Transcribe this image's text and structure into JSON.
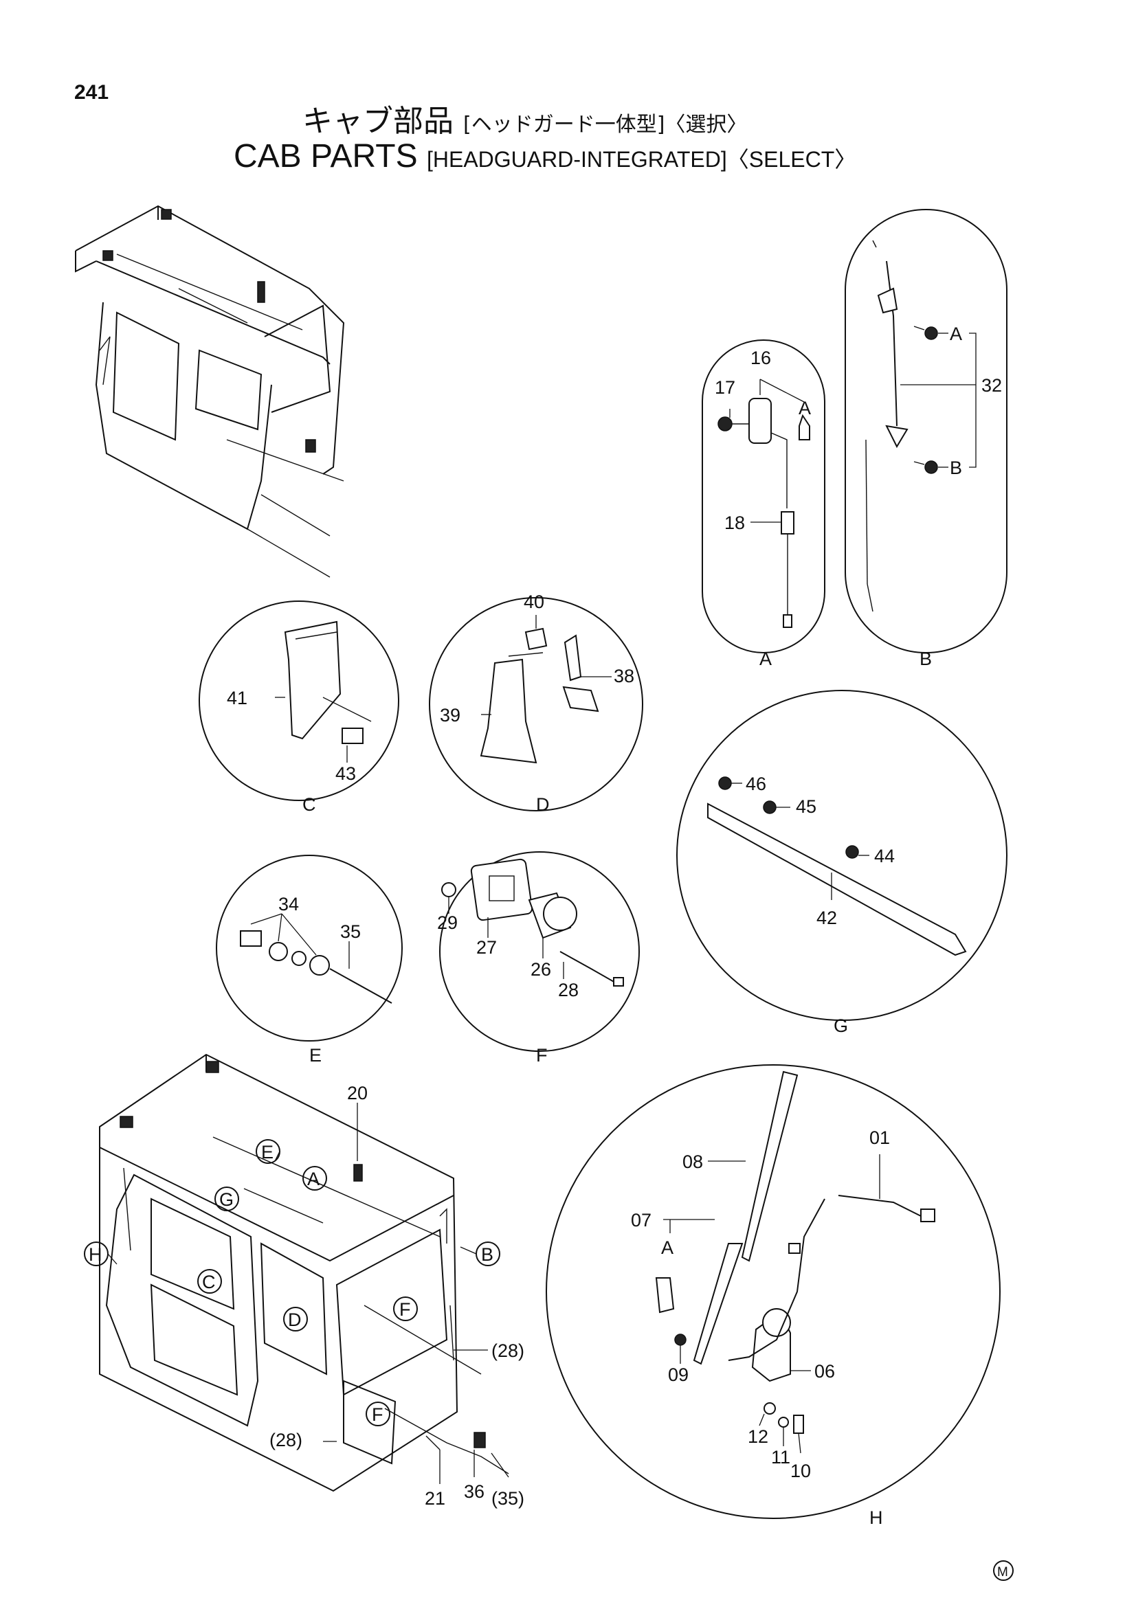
{
  "page_number": "241",
  "title_jp": {
    "main": "キャブ部品",
    "sub": "[ヘッドガード一体型]〈選択〉"
  },
  "title_en": {
    "main": "CAB PARTS",
    "sub": "[HEADGUARD-INTEGRATED]〈SELECT〉"
  },
  "detail_views": [
    {
      "letter": "A",
      "parts": [
        "16",
        "17",
        "18"
      ],
      "sublabel": "A"
    },
    {
      "letter": "B",
      "parts": [
        "32"
      ],
      "callouts": [
        "A",
        "B"
      ]
    },
    {
      "letter": "C",
      "parts": [
        "41",
        "43"
      ]
    },
    {
      "letter": "D",
      "parts": [
        "40",
        "38",
        "39"
      ]
    },
    {
      "letter": "E",
      "parts": [
        "34",
        "35"
      ]
    },
    {
      "letter": "F",
      "parts": [
        "29",
        "27",
        "26",
        "28"
      ]
    },
    {
      "letter": "G",
      "parts": [
        "46",
        "45",
        "44",
        "42"
      ]
    },
    {
      "letter": "H",
      "parts": [
        "08",
        "01",
        "07",
        "06",
        "09",
        "12",
        "11",
        "10"
      ],
      "sublabel": "A"
    }
  ],
  "main_view_labels": {
    "part_20": "20",
    "part_28a": "(28)",
    "part_28b": "(28)",
    "part_21": "21",
    "part_36": "36",
    "part_35": "(35)",
    "callouts": [
      "E",
      "A",
      "G",
      "B",
      "H",
      "C",
      "D",
      "F",
      "F"
    ]
  },
  "manufacturer_mark": "M"
}
